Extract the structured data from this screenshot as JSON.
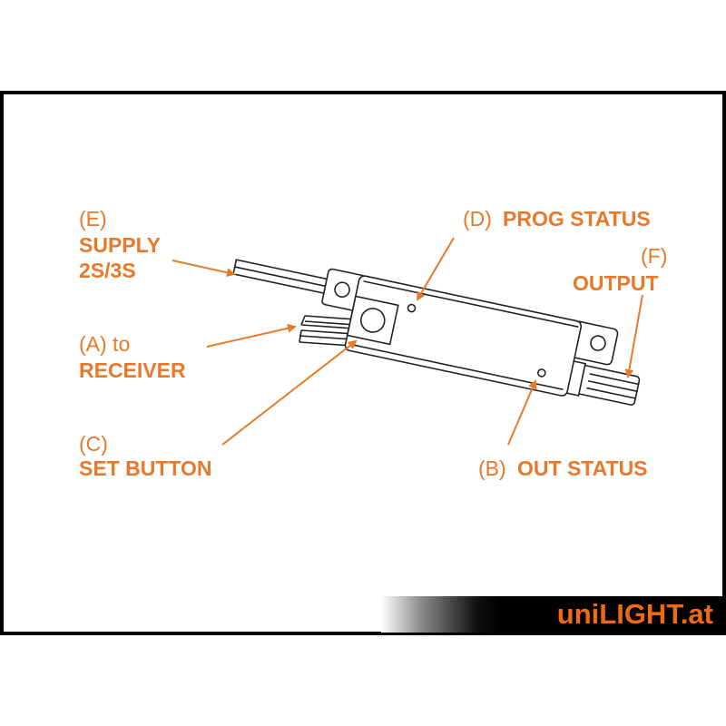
{
  "labels": {
    "e_letter": "(E)",
    "e_name": "SUPPLY",
    "e_sub": "2S/3S",
    "d_letter": "(D)",
    "d_name": "PROG STATUS",
    "f_letter": "(F)",
    "f_name": "OUTPUT",
    "a_letter": "(A) to",
    "a_name": "RECEIVER",
    "c_letter": "(C)",
    "c_name": "SET BUTTON",
    "b_letter": "(B)",
    "b_name": "OUT STATUS"
  },
  "brand": {
    "logo": "uniLIGHT.at",
    "color": "#f26a10"
  },
  "colors": {
    "label": "#e8782a"
  }
}
